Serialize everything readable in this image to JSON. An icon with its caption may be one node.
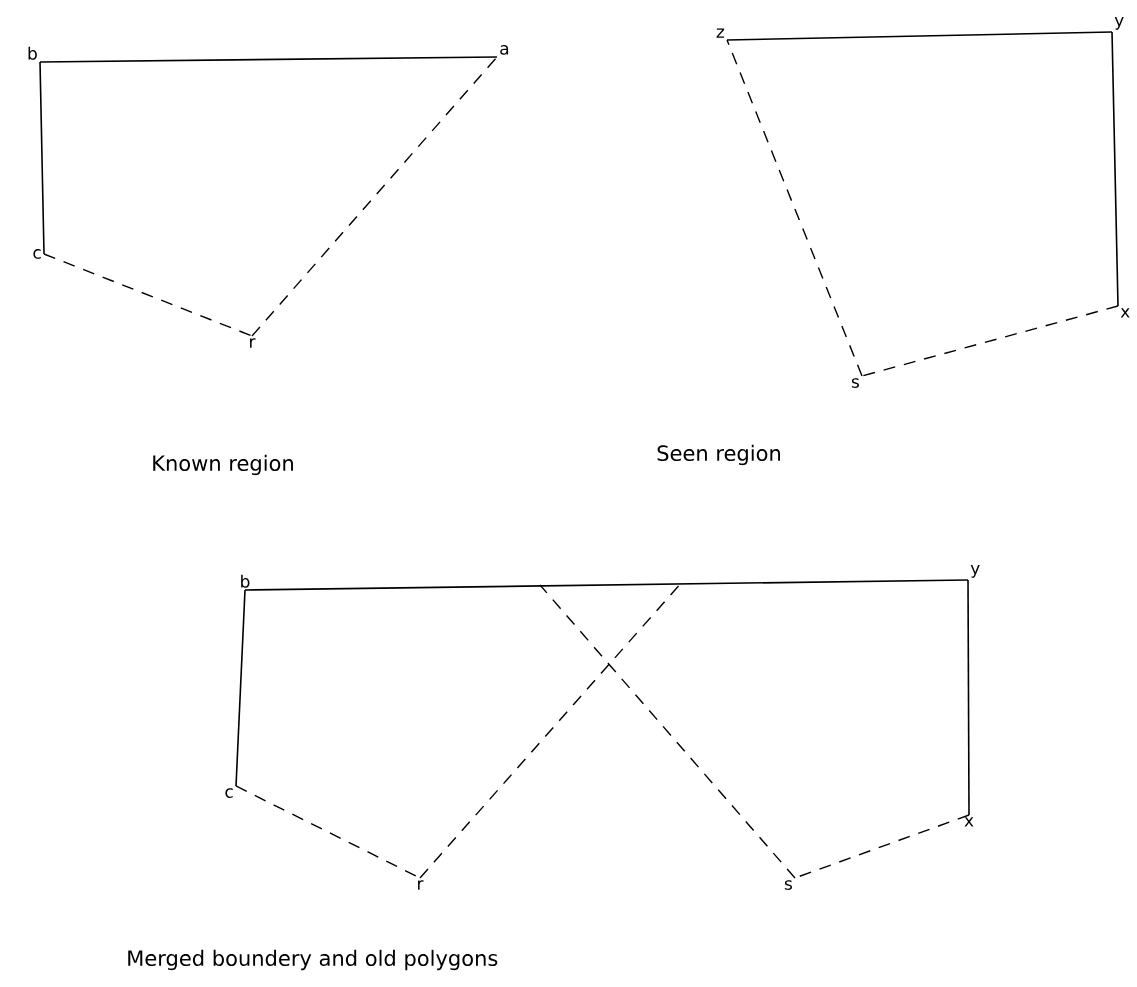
{
  "diagram": {
    "nodes": [
      {
        "text": [
          "b"
        ]
      },
      {
        "text": [
          "a"
        ]
      },
      {
        "text": [
          "c"
        ]
      },
      {
        "text": [
          "r"
        ]
      },
      {
        "text": [
          "z"
        ]
      },
      {
        "text": [
          "y"
        ]
      },
      {
        "text": [
          "x"
        ]
      },
      {
        "text": [
          "s"
        ]
      },
      {
        "text": [
          "b"
        ]
      },
      {
        "text": [
          "y"
        ]
      },
      {
        "text": [
          "c"
        ]
      },
      {
        "text": [
          "r"
        ]
      },
      {
        "text": [
          "s"
        ]
      },
      {
        "text": [
          "x"
        ]
      }
    ],
    "edges": [
      {
        "from": 0,
        "to": 1,
        "arrow": "none"
      },
      {
        "from": 0,
        "to": 2,
        "arrow": "none"
      },
      {
        "from": 2,
        "to": 3,
        "arrow": "none",
        "style": "dashed"
      },
      {
        "from": 3,
        "to": 1,
        "arrow": "none",
        "style": "dashed"
      },
      {
        "from": 4,
        "to": 5,
        "arrow": "none"
      },
      {
        "from": 5,
        "to": 6,
        "arrow": "none"
      },
      {
        "from": 6,
        "to": 7,
        "arrow": "none",
        "style": "dashed"
      },
      {
        "from": 7,
        "to": 4,
        "arrow": "none",
        "style": "dashed"
      },
      {
        "from": 8,
        "to": 9,
        "arrow": "none"
      },
      {
        "from": 8,
        "to": 10,
        "arrow": "none"
      },
      {
        "from": 10,
        "to": 11,
        "arrow": "none",
        "style": "dashed"
      },
      {
        "from": 11,
        "to": null,
        "arrow": "none",
        "style": "dashed"
      },
      {
        "from": 12,
        "to": null,
        "arrow": "none",
        "style": "dashed"
      },
      {
        "from": 9,
        "to": 13,
        "arrow": "none"
      },
      {
        "from": 13,
        "to": 12,
        "arrow": "none",
        "style": "dashed"
      }
    ],
    "labels": [
      "Known region",
      "Seen region",
      "Merged boundery and old polygons"
    ]
  }
}
